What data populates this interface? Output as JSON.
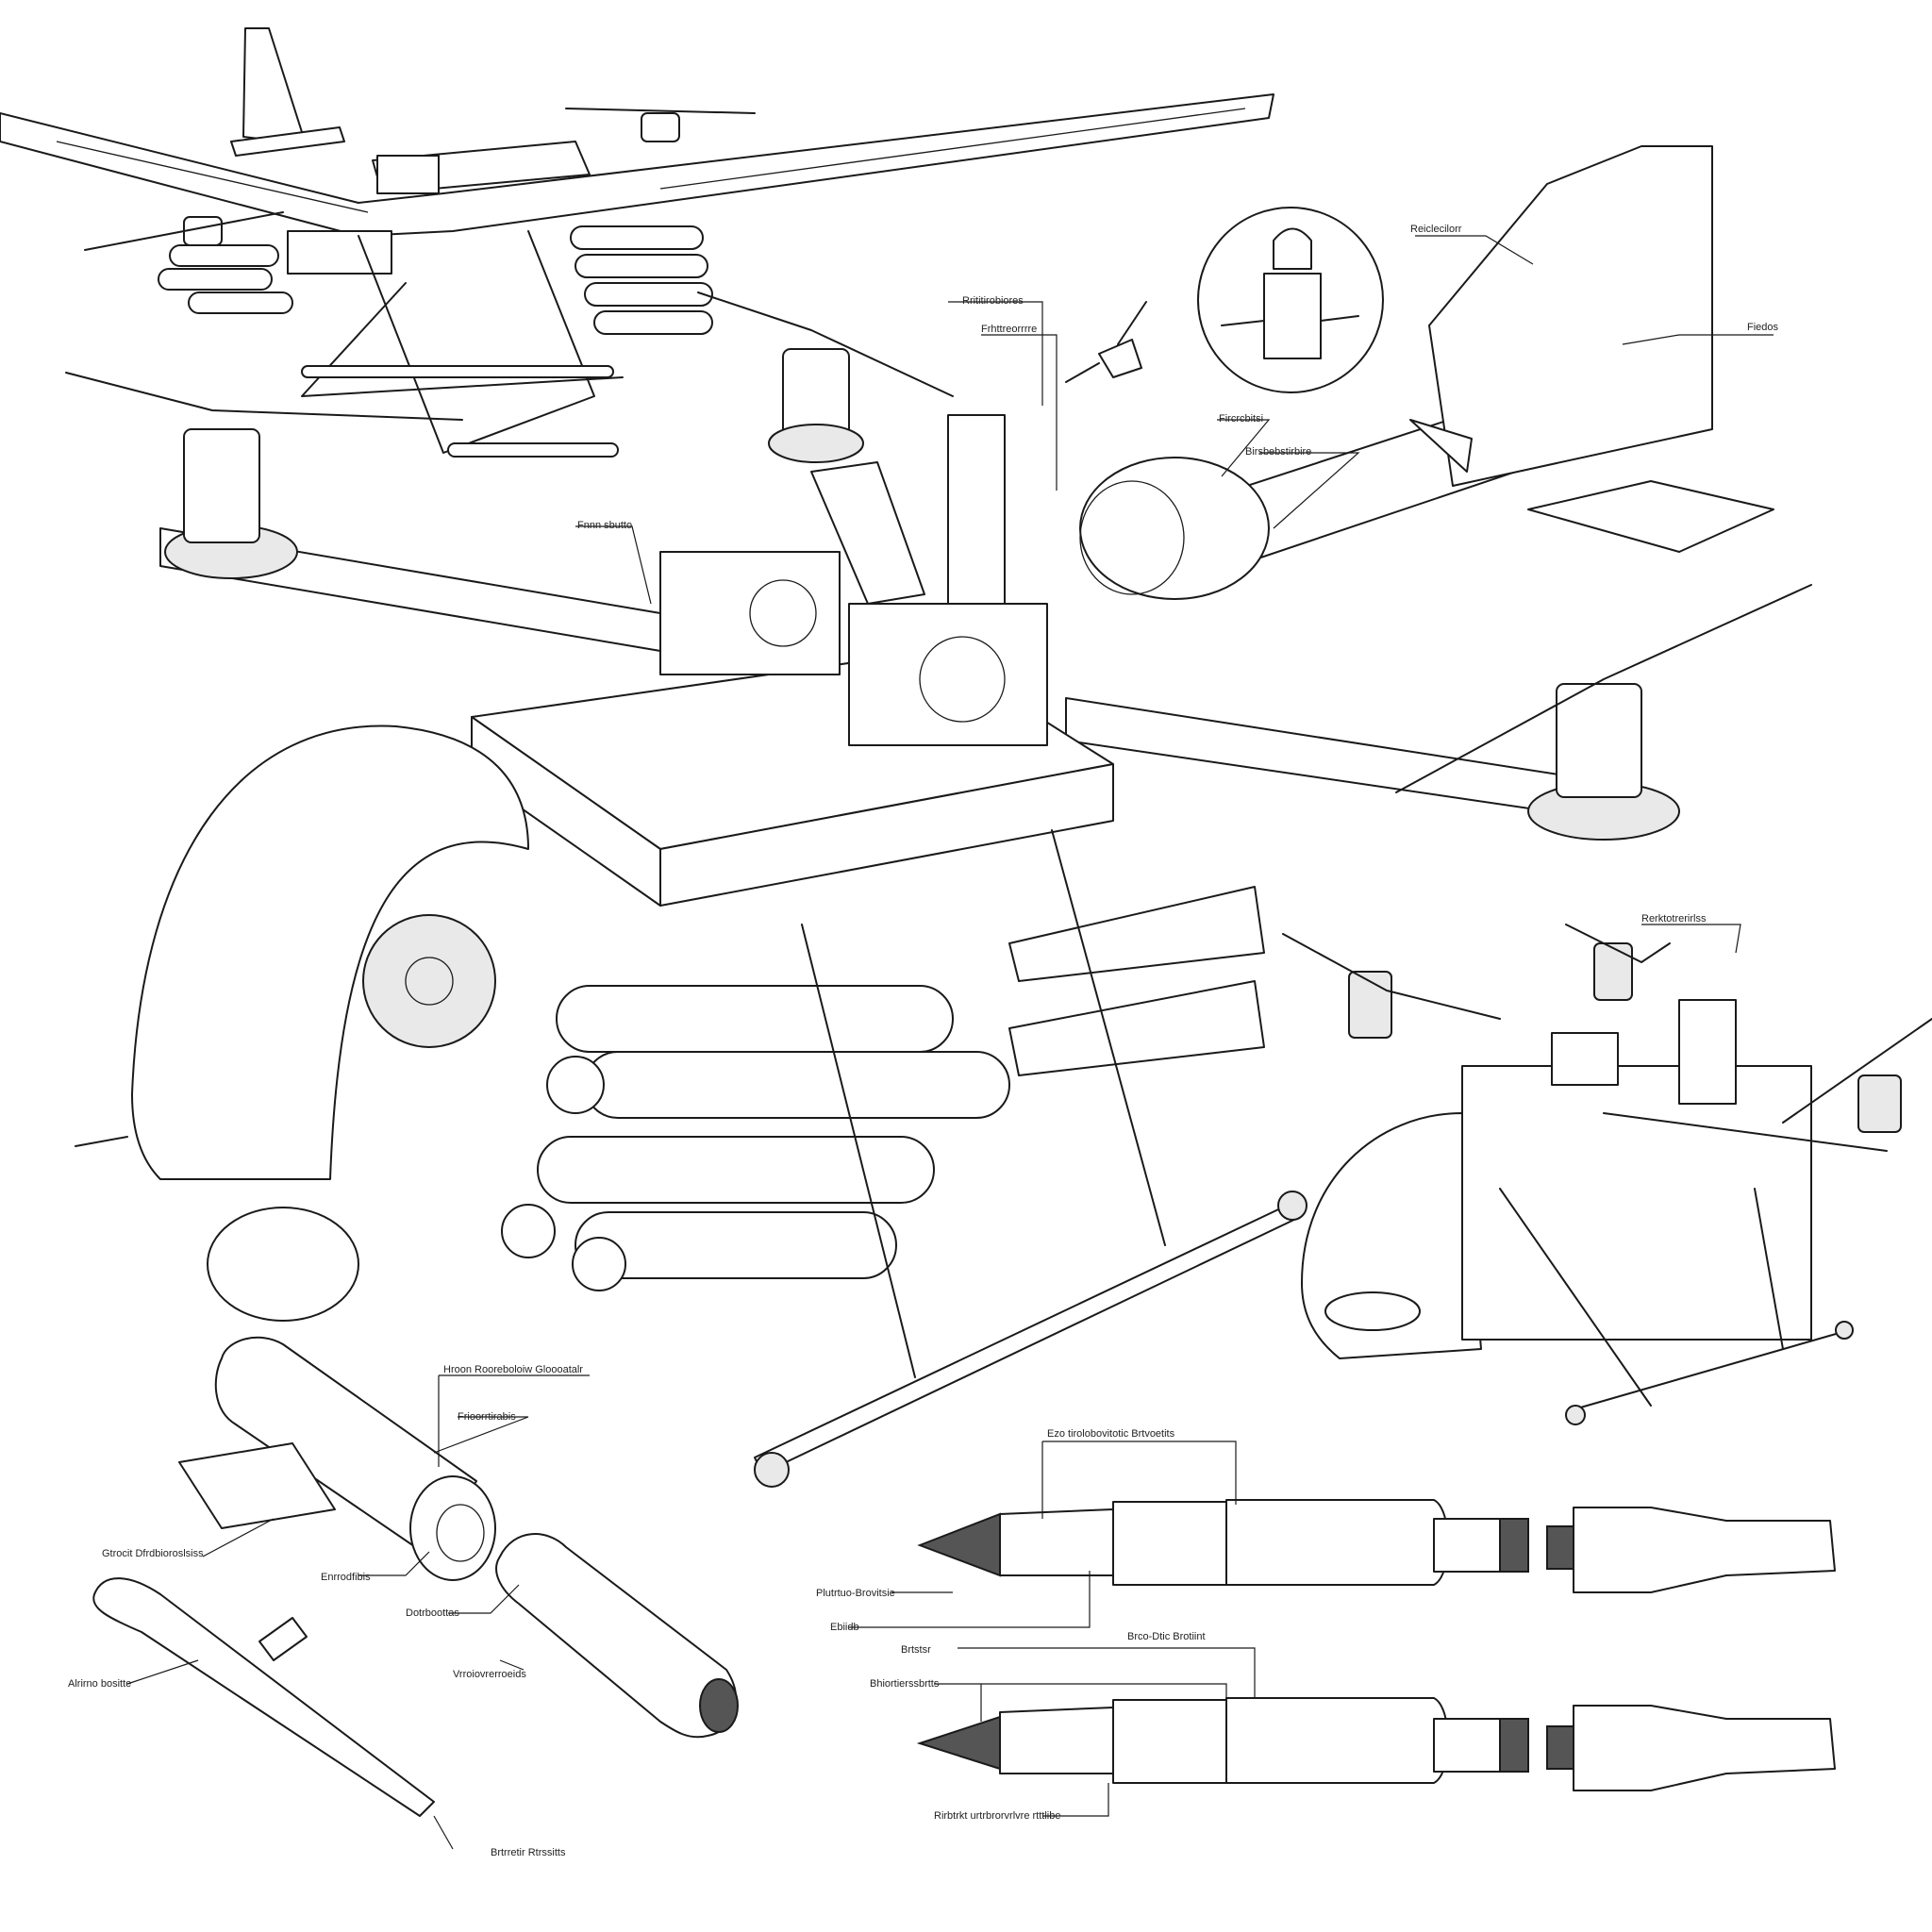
{
  "colors": {
    "ink": "#1a1a1a",
    "paper": "#ffffff",
    "shade": "#e9e9e9",
    "dark_tip": "#555555"
  },
  "labels": {
    "l1": "Reiclecilorr",
    "l2": "Fiedos",
    "l3": "Rrititirobiores",
    "l4": "Frhttreorrrre",
    "l5": "Fircrcbitsi",
    "l6": "Birsbebstirbire",
    "l7": "Fnnn sbutto",
    "l8": "Rerktotrerirlss",
    "l9": "Hroon Rooreboloiw Gloooatalr",
    "l10": "Frioorrtirabis",
    "l11": "Gtrocit Dfrdbioroslsiss",
    "l12": "Enrrodfibis",
    "l13": "Dotrboottas",
    "l14": "Vrroiovrerroeids",
    "l15": "Alrirno bositte",
    "l16": "Brtrretir Rtrssitts",
    "l17": "Ezo tirolobovitotic Brtvoetits",
    "l18": "Plutrtuo-Brovitsie",
    "l19": "Ebiidb",
    "l20": "Brtstsr",
    "l21": "Brco-Dtic Brotiint",
    "l22": "Bhiortierssbrtts",
    "l23": "Rirbtrkt urtrbrorvrlvre rtttlibe"
  }
}
